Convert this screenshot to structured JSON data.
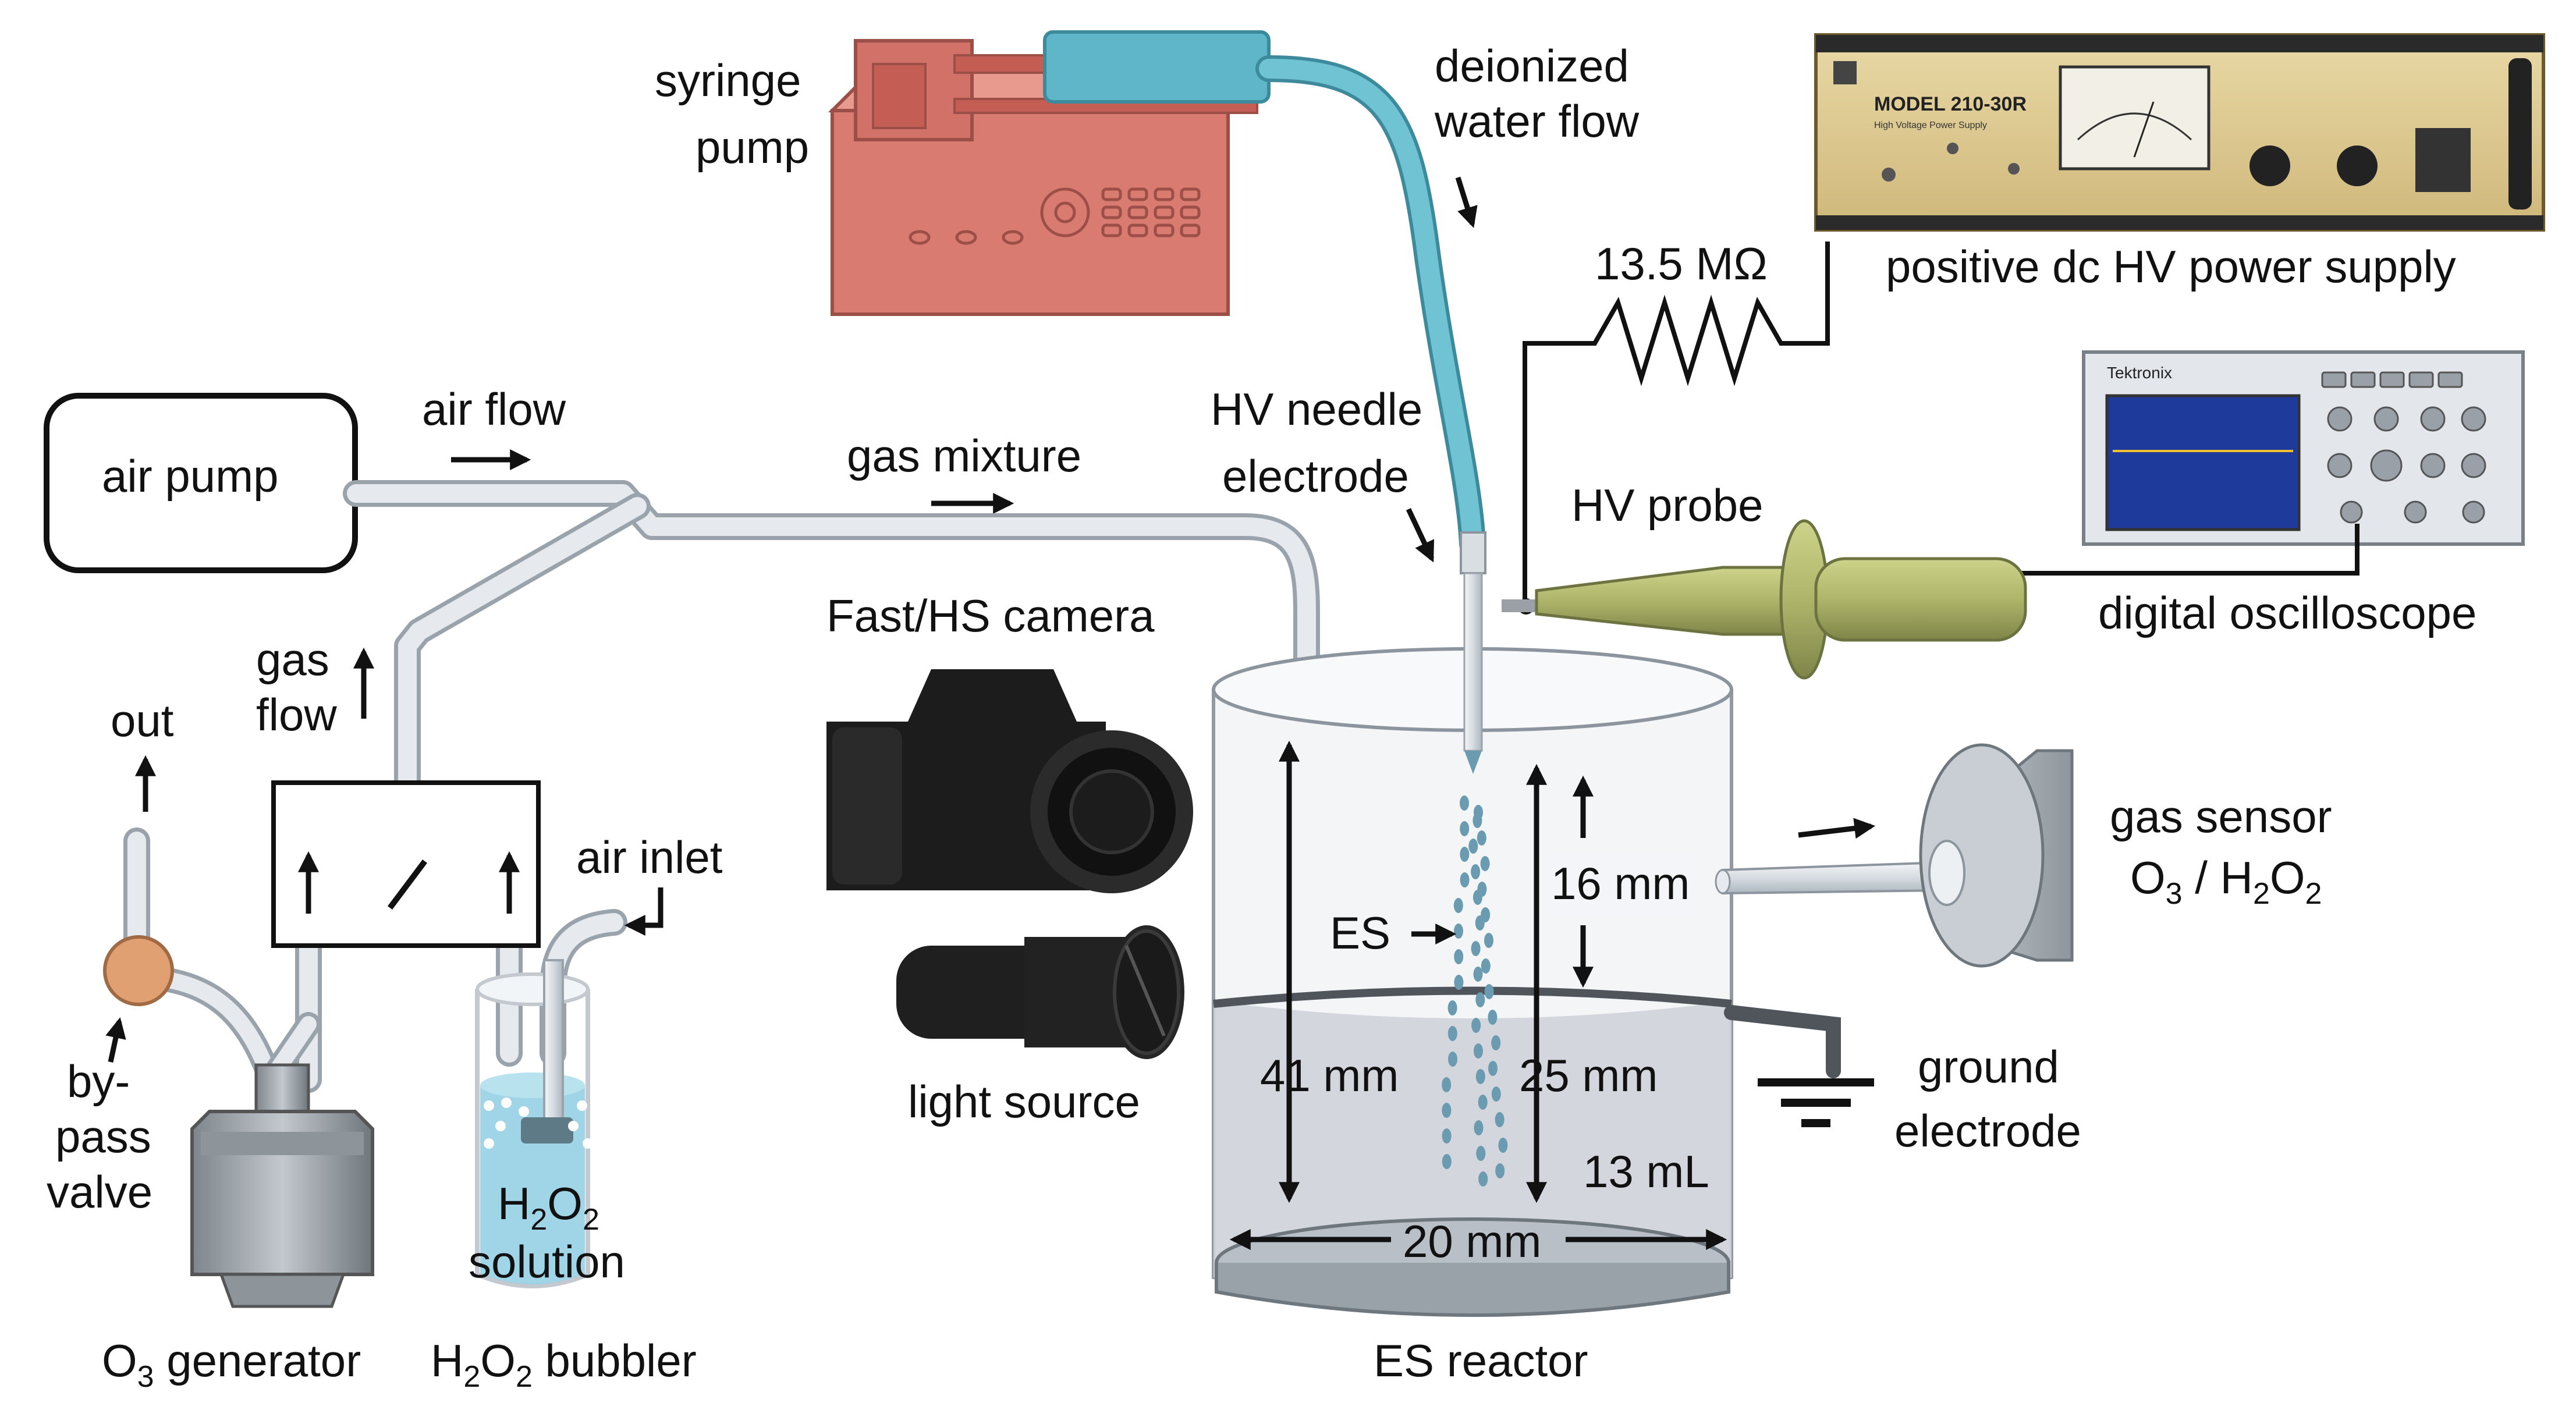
{
  "labels": {
    "syringe_pump": [
      "syringe",
      "pump"
    ],
    "deionized_water_flow": [
      "deionized",
      "water flow"
    ],
    "resistor": "13.5 MΩ",
    "power_supply": "positive dc HV power supply",
    "air_pump": "air pump",
    "air_flow": "air flow",
    "gas_mixture": "gas mixture",
    "hv_needle_electrode": [
      "HV needle",
      "electrode"
    ],
    "hv_probe": "HV probe",
    "digital_oscilloscope": "digital oscilloscope",
    "camera": "Fast/HS camera",
    "gas_flow": [
      "gas",
      "flow"
    ],
    "out": "out",
    "air_inlet": "air inlet",
    "bypass_valve": [
      "by-",
      "pass",
      "valve"
    ],
    "o3_generator": {
      "pre": "O",
      "sub": "3",
      "post": " generator"
    },
    "h2o2_bubbler": {
      "a": "H",
      "s1": "2",
      "b": "O",
      "s2": "2",
      "c": " bubbler"
    },
    "h2o2_solution": {
      "a": "H",
      "s1": "2",
      "b": "O",
      "s2": "2",
      "line2": "solution"
    },
    "light_source": "light source",
    "es": "ES",
    "dim_41": "41 mm",
    "dim_16": "16 mm",
    "dim_25": "25 mm",
    "dim_20": "20 mm",
    "volume": "13 mL",
    "gas_sensor": {
      "line1": "gas sensor",
      "a": "O",
      "s1": "3",
      "b": " / H",
      "s2": "2",
      "c": "O",
      "s3": "2"
    },
    "ground_electrode": [
      "ground",
      "electrode"
    ],
    "es_reactor": "ES reactor"
  },
  "device_panels": {
    "power_supply_model": "MODEL 210-30R",
    "power_supply_sub": "High Voltage Power Supply",
    "oscilloscope_brand": "Tektronix"
  },
  "colors": {
    "syringe_pump_body": "#d97b70",
    "syringe_tube": "#5fb6c8",
    "hv_probe": "#aeb56a",
    "bypass_valve": "#e0a072",
    "reactor_liquid": "#cfd3d8",
    "bubbler_liquid": "#8fcde3",
    "droplet": "#6a9bb0",
    "tubing": "#dde3e8"
  }
}
